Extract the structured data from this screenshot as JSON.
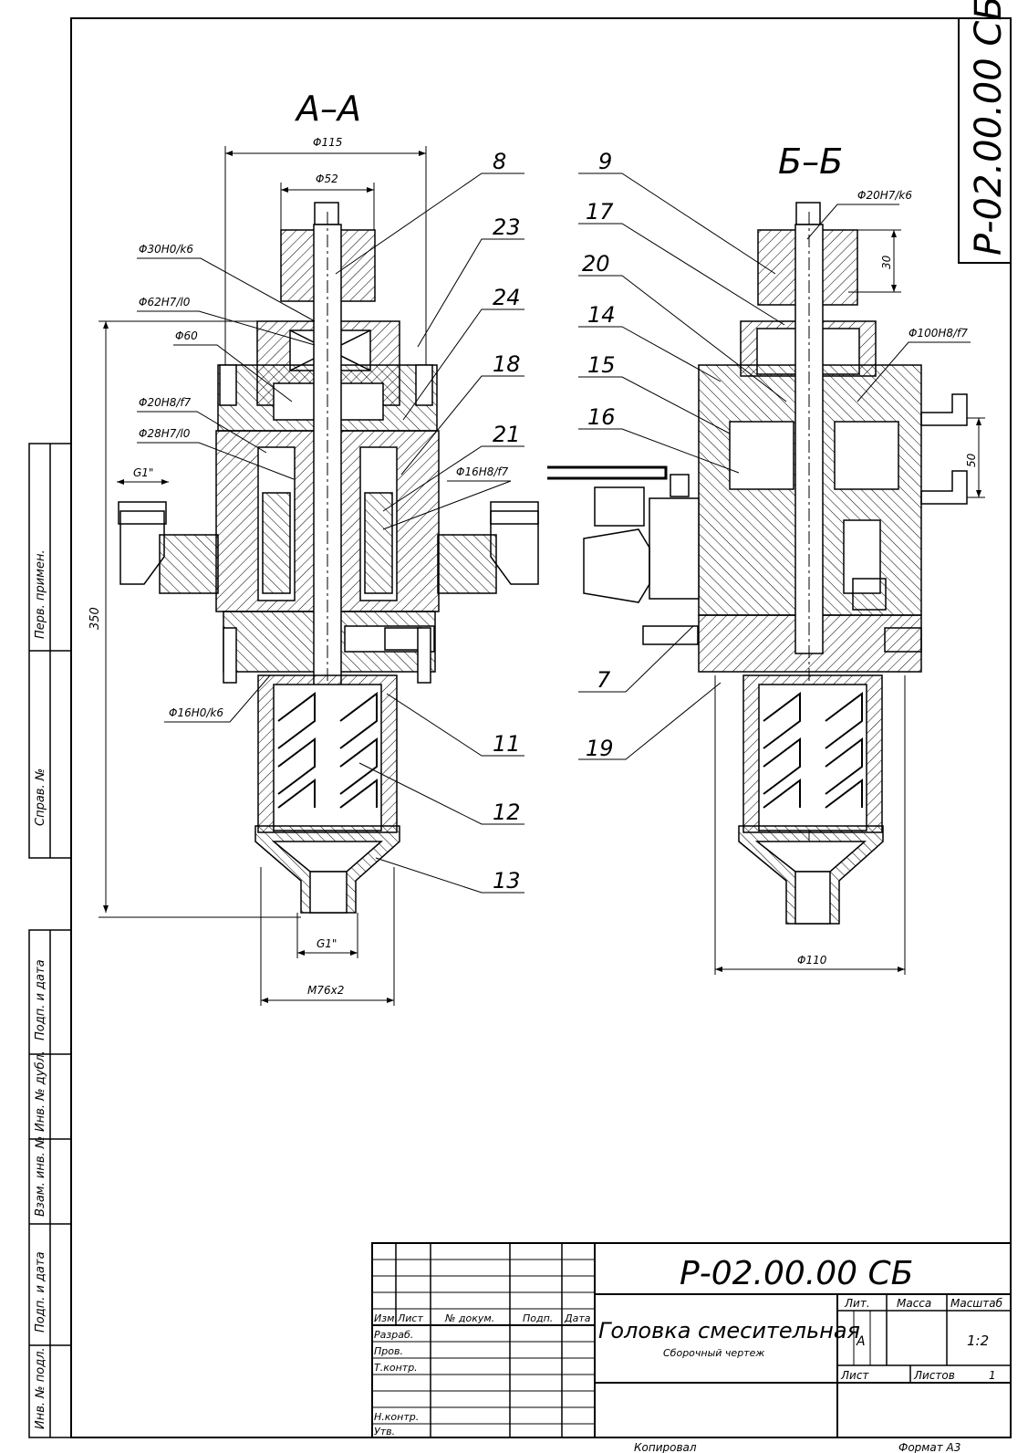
{
  "designation": "Р-02.00.00 СБ",
  "title": "Головка смесительная",
  "subtitle": "Сборочный чертеж",
  "sections": {
    "a": "А–А",
    "b": "Б–Б"
  },
  "lit_header": "Лит.",
  "mass_header": "Масса",
  "scale_header": "Масштаб",
  "lit_value": "А",
  "scale_value": "1:2",
  "sheet_label": "Лист",
  "sheets_label": "Листов",
  "sheets_value": "1",
  "copied": "Копировал",
  "format": "Формат   А3",
  "stamp_cols": [
    "Изм.",
    "Лист",
    "№ докум.",
    "Подп.",
    "Дата"
  ],
  "stamp_rows": [
    "Разраб.",
    "Пров.",
    "Т.контр.",
    "Н.контр.",
    "Утв."
  ],
  "side_labels": [
    "Перв. примен.",
    "Справ. №",
    "Подп. и дата",
    "Инв. № дубл.",
    "Взам. инв. №",
    "Подп. и дата",
    "Инв. № подл."
  ],
  "dims_a": {
    "d115": "Φ115",
    "d52": "Φ52",
    "f30": "Φ30H0/k6",
    "f62": "Φ62H7/l0",
    "d60": "Φ60",
    "f20": "Φ20H8/f7",
    "f28": "Φ28H7/l0",
    "g1top": "G1\"",
    "f16f7": "Φ16H8/f7",
    "f16k6": "Φ16H0/k6",
    "h350": "350",
    "g1bot": "G1\"",
    "m76": "M76x2"
  },
  "dims_b": {
    "f20k6": "Φ20H7/k6",
    "h30": "30",
    "f100": "Φ100H8/f7",
    "h50": "50",
    "d110": "Φ110"
  },
  "callouts_a": [
    "8",
    "23",
    "24",
    "18",
    "21",
    "11",
    "12",
    "13"
  ],
  "callouts_b": [
    "9",
    "17",
    "20",
    "14",
    "15",
    "16",
    "7",
    "19"
  ],
  "colors": {
    "ink": "#000000",
    "paper": "#ffffff"
  }
}
